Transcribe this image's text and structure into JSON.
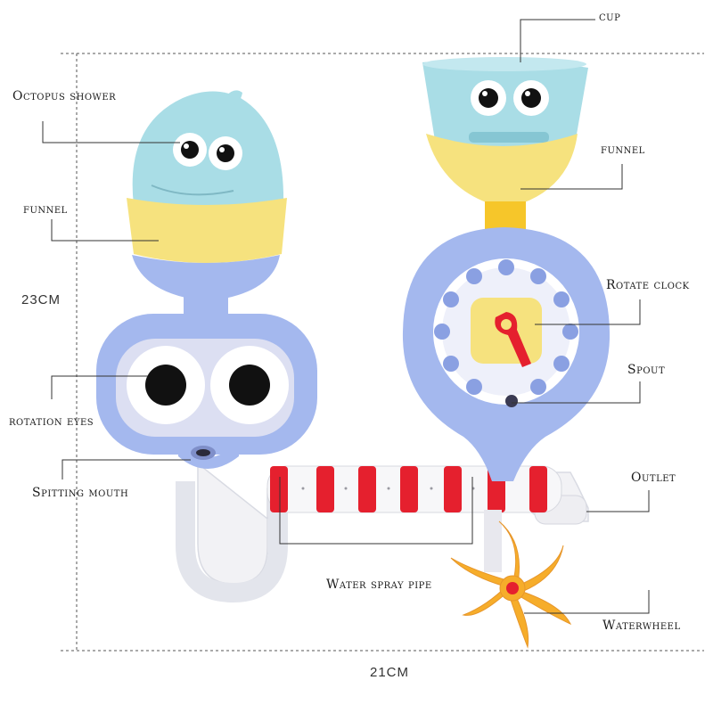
{
  "labels": {
    "cup": "cup",
    "octopus_shower": "Octopus shower",
    "funnel_left": "funnel",
    "funnel_right": "funnel",
    "rotate_clock": "Rotate clock",
    "rotation_eyes": "rotation eyes",
    "spout": "Spout",
    "spitting_mouth": "Spitting mouth",
    "outlet": "Outlet",
    "water_spray_pipe": "Water spray pipe",
    "waterwheel": "Waterwheel"
  },
  "dimensions": {
    "height": "23CM",
    "width": "21CM"
  },
  "colors": {
    "light_blue": "#a9dde6",
    "periwinkle": "#a4b8ee",
    "yellow": "#f6e27e",
    "orange": "#f6ad2a",
    "red": "#e5202e",
    "white_pipe": "#f4f4f6"
  }
}
